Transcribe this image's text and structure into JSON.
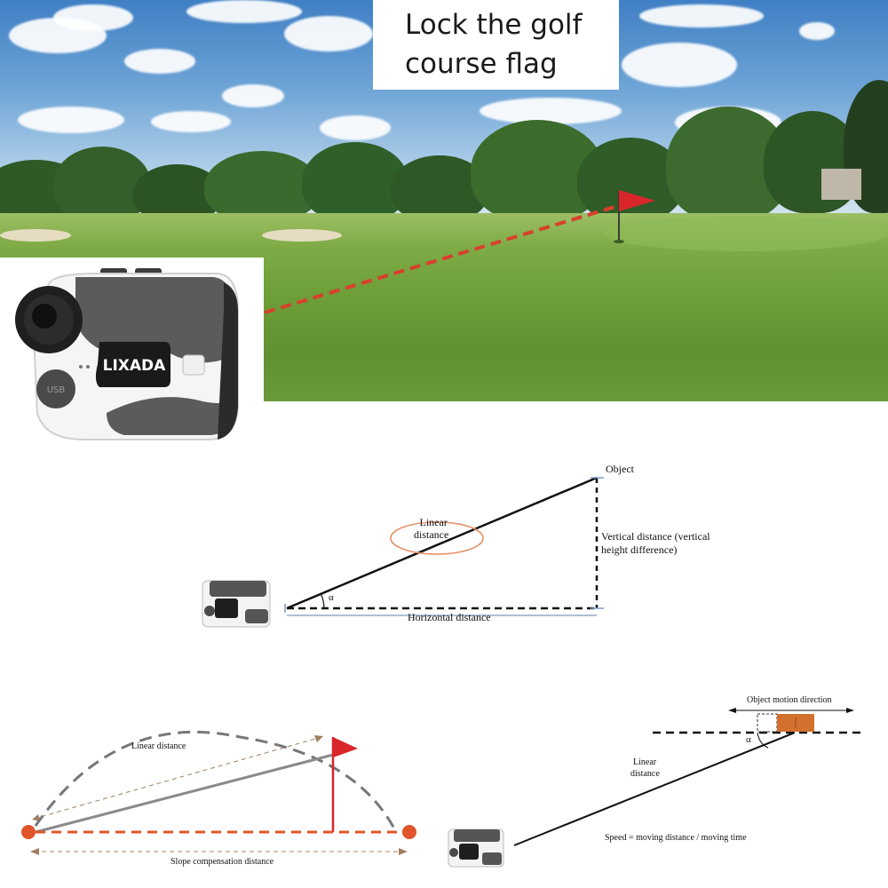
{
  "scene": {
    "caption_line1": "Lock the golf",
    "caption_line2": "course flag",
    "brand": "LIXADA",
    "usb_label": "USB"
  },
  "diagram_height": {
    "object": "Object",
    "linear_distance_line1": "Linear",
    "linear_distance_line2": "distance",
    "vertical_line1": "Vertical distance (vertical",
    "vertical_line2": "height difference)",
    "horizontal": "Horizontal distance",
    "angle": "α"
  },
  "diagram_slope": {
    "linear_distance": "Linear distance",
    "slope_compensation": "Slope compensation distance"
  },
  "diagram_speed": {
    "motion_direction": "Object motion direction",
    "linear_line1": "Linear",
    "linear_line2": "distance",
    "angle": "α",
    "speed_formula": "Speed = moving distance / moving time"
  },
  "colors": {
    "flag_red": "#d9262b",
    "laser_red": "#d8402c",
    "slope_orange": "#e0552a",
    "object_orange": "#d4702e",
    "ellipse_orange": "#e6926a"
  }
}
